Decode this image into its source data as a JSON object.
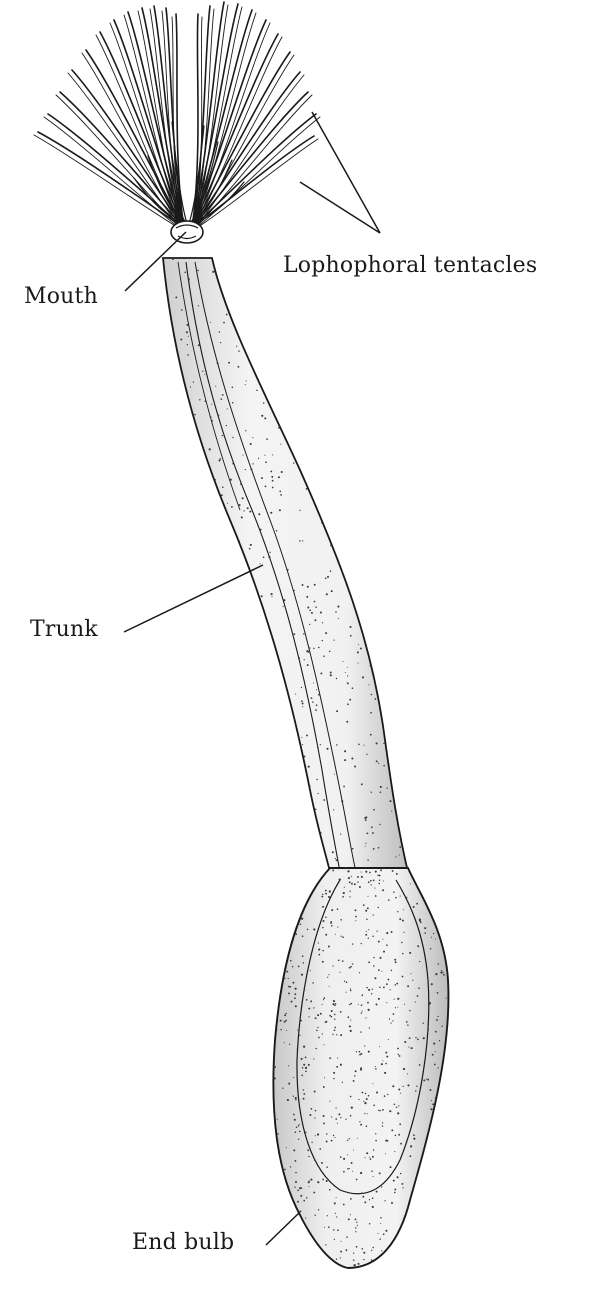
{
  "figure": {
    "labels": {
      "lophophoral_tentacles": "Lophophoral tentacles",
      "mouth": "Mouth",
      "trunk": "Trunk",
      "end_bulb": "End bulb"
    },
    "colors": {
      "ink": "#1a1a1a",
      "stipple": "#3a3a3a",
      "background": "#ffffff"
    }
  }
}
